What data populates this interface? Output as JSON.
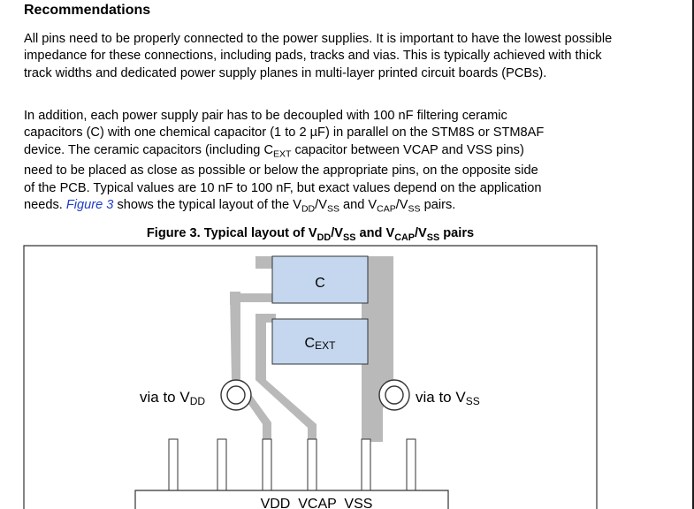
{
  "section": {
    "heading": "Recommendations"
  },
  "paragraph1": "All pins need to be properly connected to the power supplies. It is important to have the lowest possible impedance for these connections, including pads, tracks and vias. This is typically achieved with thick track widths and dedicated power supply planes in multi-layer printed circuit boards (PCBs).",
  "paragraph2": {
    "line1": "In addition, each power supply pair has to be decoupled with 100 nF filtering ceramic",
    "line2": "capacitors (C) with one chemical capacitor (1 to 2 µF) in parallel on the STM8S or STM8AF",
    "line3_pre": "device. The ceramic capacitors (including C",
    "line3_sub": "EXT",
    "line3_post": " capacitor between VCAP and VSS pins)",
    "line4": "need to be placed as close as possible or below the appropriate pins, on the opposite side",
    "line5": "of the PCB. Typical values are 10 nF to 100 nF, but exact values depend on the application",
    "line6_link": "Figure 3",
    "line6_a": "needs. ",
    "line6_b": " shows the typical layout of the V",
    "sub_dd": "DD",
    "slash_v": "/V",
    "sub_ss": "SS",
    "and_v": " and V",
    "sub_cap": "CAP",
    "line6_end": " pairs."
  },
  "figure": {
    "caption_pre": "Figure 3. Typical layout of V",
    "caption_sub_dd": "DD",
    "caption_slash": "/V",
    "caption_sub_ss": "SS",
    "caption_and": " and V",
    "caption_sub_cap": "CAP",
    "caption_slash2": "/V",
    "caption_sub_ss2": "SS",
    "caption_end": " pairs",
    "cap_c_label": "C",
    "cap_ext_label": "C",
    "cap_ext_sub": "EXT",
    "via_vdd_label": "via to V",
    "via_vdd_sub": "DD",
    "via_vss_label": "via to V",
    "via_vss_sub": "SS",
    "pin_labels": "VDD  VCAP  VSS",
    "colors": {
      "track": "#b9b9b9",
      "capacitor_fill": "#c5d7ef",
      "outline": "#333333"
    }
  }
}
